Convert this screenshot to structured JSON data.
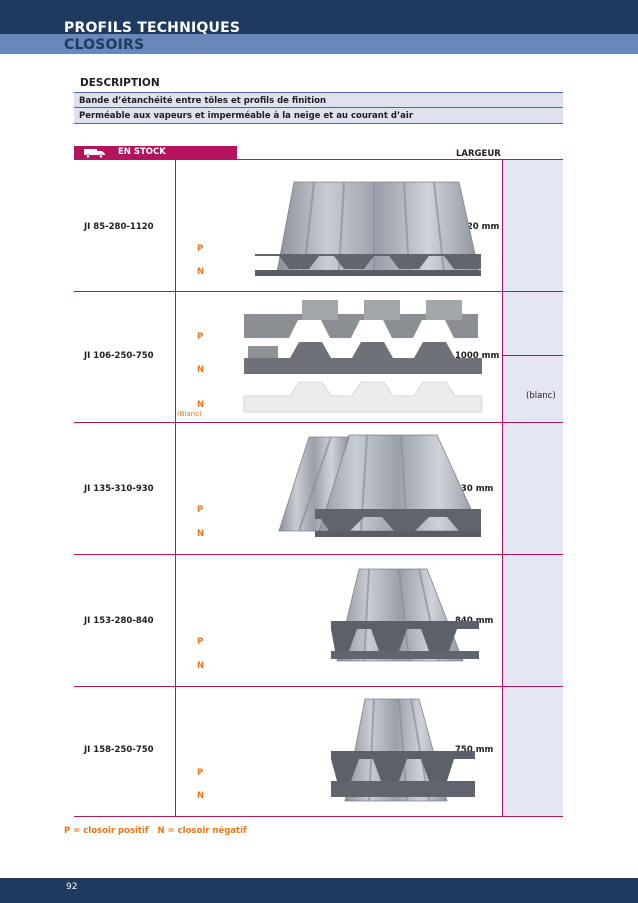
{
  "header": {
    "title": "PROFILS TECHNIQUES",
    "subtitle": "CLOSOIRS"
  },
  "description": {
    "heading": "DESCRIPTION",
    "lines": [
      "Bande d’étanchéité entre tôles et profils de finition",
      "Perméable aux vapeurs et imperméable à la neige et au courant d’air"
    ]
  },
  "table": {
    "stock_label": "EN STOCK",
    "stock_icon": "truck-icon",
    "largeur_label": "LARGEUR",
    "rows": [
      {
        "code": "JI 85-280-1120",
        "largeur": "1120 mm",
        "p": "P",
        "n": "N"
      },
      {
        "code": "JI 106-250-750",
        "largeur": "1000 mm",
        "p": "P",
        "n": "N",
        "n2": "N",
        "n2_note": "(Blanc)",
        "side_note": "(blanc)"
      },
      {
        "code": "JI 135-310-930",
        "largeur": "930 mm",
        "p": "P",
        "n": "N"
      },
      {
        "code": "JI 153-280-840",
        "largeur": "840 mm",
        "p": "P",
        "n": "N"
      },
      {
        "code": "JI 158-250-750",
        "largeur": "750 mm",
        "p": "P",
        "n": "N"
      }
    ]
  },
  "legend": "P = closoir positif   N = closoir négatif",
  "footer": {
    "page_number": "92"
  },
  "colors": {
    "navy": "#1f3a5f",
    "steel_blue": "#6b86b8",
    "magenta": "#b5125f",
    "orange": "#e8771e",
    "lavender": "#e5e6f3"
  }
}
